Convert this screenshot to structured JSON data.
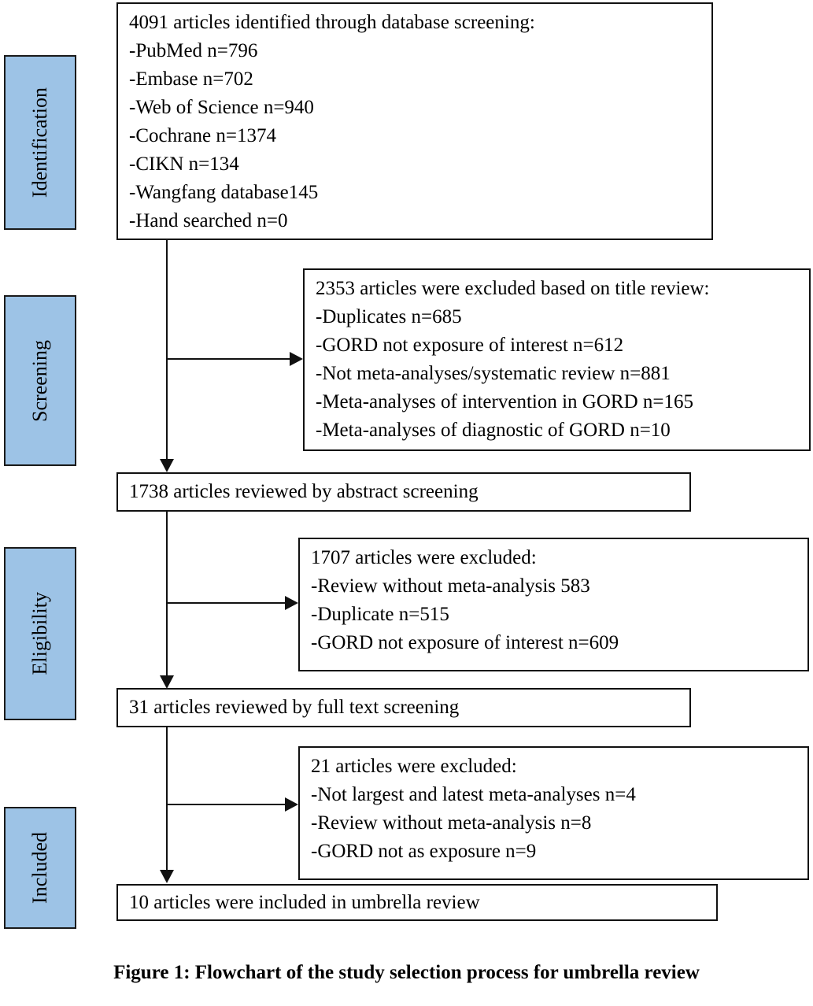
{
  "figure": {
    "caption": "Figure 1: Flowchart of the study selection process for umbrella review",
    "accent_color": "#9DC3E6",
    "border_color": "#111111",
    "background_color": "#FFFFFF"
  },
  "stages": [
    {
      "label": "Identification"
    },
    {
      "label": "Screening"
    },
    {
      "label": "Eligibility"
    },
    {
      "label": "Included"
    }
  ],
  "boxes": {
    "identified": {
      "lines": [
        "4091 articles identified through database screening:",
        "-PubMed  n=796",
        "-Embase n=702",
        "-Web of Science n=940",
        "-Cochrane n=1374",
        "-CIKN n=134",
        "-Wangfang database145",
        "-Hand searched n=0"
      ]
    },
    "excluded_title": {
      "lines": [
        "2353 articles were excluded based on title review:",
        "-Duplicates n=685",
        "-GORD not exposure of interest n=612",
        "-Not meta-analyses/systematic review n=881",
        "-Meta-analyses of intervention in GORD n=165",
        "-Meta-analyses of diagnostic of GORD n=10"
      ]
    },
    "abstract_screened": {
      "lines": [
        "1738 articles reviewed by abstract screening"
      ]
    },
    "excluded_abstract": {
      "lines": [
        "1707 articles were excluded:",
        "-Review without meta-analysis  583",
        "-Duplicate n=515",
        "-GORD not exposure of interest n=609"
      ]
    },
    "fulltext_screened": {
      "lines": [
        "31 articles reviewed by full text screening"
      ]
    },
    "excluded_fulltext": {
      "lines": [
        "21 articles were excluded:",
        "-Not largest and latest meta-analyses n=4",
        "-Review without meta-analysis n=8",
        "-GORD not as exposure n=9"
      ]
    },
    "included": {
      "lines": [
        "10 articles were included in umbrella review"
      ]
    }
  },
  "chart_data": {
    "type": "diagram",
    "title": "Figure 1: Flowchart of the study selection process for umbrella review",
    "nodes": [
      {
        "id": "identified",
        "stage": "Identification",
        "count": 4091,
        "label": "articles identified through database screening"
      },
      {
        "id": "excluded_title",
        "stage": "Screening",
        "count": 2353,
        "label": "articles were excluded based on title review"
      },
      {
        "id": "abstract_screened",
        "stage": "Screening",
        "count": 1738,
        "label": "articles reviewed by abstract screening"
      },
      {
        "id": "excluded_abstract",
        "stage": "Eligibility",
        "count": 1707,
        "label": "articles were excluded"
      },
      {
        "id": "fulltext_screened",
        "stage": "Eligibility",
        "count": 31,
        "label": "articles reviewed by full text screening"
      },
      {
        "id": "excluded_fulltext",
        "stage": "Included",
        "count": 21,
        "label": "articles were excluded"
      },
      {
        "id": "included",
        "stage": "Included",
        "count": 10,
        "label": "articles were included in umbrella review"
      }
    ],
    "sources": [
      {
        "name": "PubMed",
        "n": 796
      },
      {
        "name": "Embase",
        "n": 702
      },
      {
        "name": "Web of Science",
        "n": 940
      },
      {
        "name": "Cochrane",
        "n": 1374
      },
      {
        "name": "CIKN",
        "n": 134
      },
      {
        "name": "Wangfang database",
        "n": 145
      },
      {
        "name": "Hand searched",
        "n": 0
      }
    ],
    "exclusions_title_review": [
      {
        "reason": "Duplicates",
        "n": 685
      },
      {
        "reason": "GORD not exposure of interest",
        "n": 612
      },
      {
        "reason": "Not meta-analyses/systematic review",
        "n": 881
      },
      {
        "reason": "Meta-analyses of intervention in GORD",
        "n": 165
      },
      {
        "reason": "Meta-analyses of diagnostic of GORD",
        "n": 10
      }
    ],
    "exclusions_abstract_review": [
      {
        "reason": "Review without meta-analysis",
        "n": 583
      },
      {
        "reason": "Duplicate",
        "n": 515
      },
      {
        "reason": "GORD not exposure of interest",
        "n": 609
      }
    ],
    "exclusions_fulltext_review": [
      {
        "reason": "Not largest and latest meta-analyses",
        "n": 4
      },
      {
        "reason": "Review without meta-analysis",
        "n": 8
      },
      {
        "reason": "GORD not as exposure",
        "n": 9
      }
    ],
    "edges": [
      {
        "from": "identified",
        "to": "abstract_screened"
      },
      {
        "from": "identified",
        "to": "excluded_title"
      },
      {
        "from": "abstract_screened",
        "to": "fulltext_screened"
      },
      {
        "from": "abstract_screened",
        "to": "excluded_abstract"
      },
      {
        "from": "fulltext_screened",
        "to": "included"
      },
      {
        "from": "fulltext_screened",
        "to": "excluded_fulltext"
      }
    ]
  }
}
